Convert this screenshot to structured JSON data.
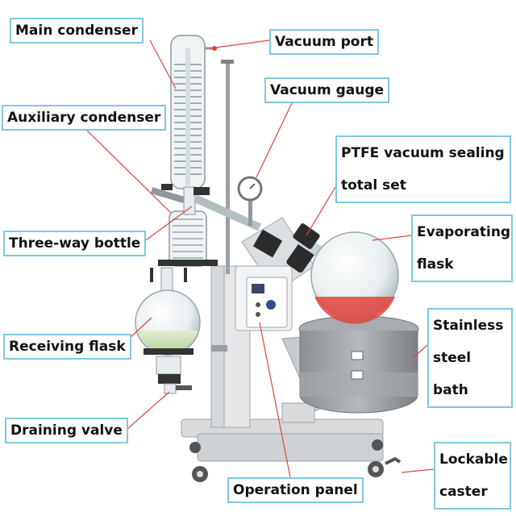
{
  "labels": {
    "main_condenser": "Main condenser",
    "vacuum_port": "Vacuum port",
    "vacuum_gauge": "Vacuum gauge",
    "auxiliary_condenser": "Auxiliary condenser",
    "ptfe_line1": "PTFE vacuum sealing",
    "ptfe_line2": "total set",
    "evaporating_line1": "Evaporating",
    "evaporating_line2": "flask",
    "three_way_bottle": "Three-way bottle",
    "stainless_line1": "Stainless",
    "stainless_line2": "steel bath",
    "receiving_flask": "Receiving flask",
    "draining_valve": "Draining valve",
    "lockable_line1": "Lockable",
    "lockable_line2": "caster",
    "operation_panel": "Operation panel"
  },
  "colors": {
    "label_border": "#7ec8e3",
    "leader_line": "#d9473f",
    "liquid": "#e0443c",
    "metal": "#9aa0a6"
  }
}
